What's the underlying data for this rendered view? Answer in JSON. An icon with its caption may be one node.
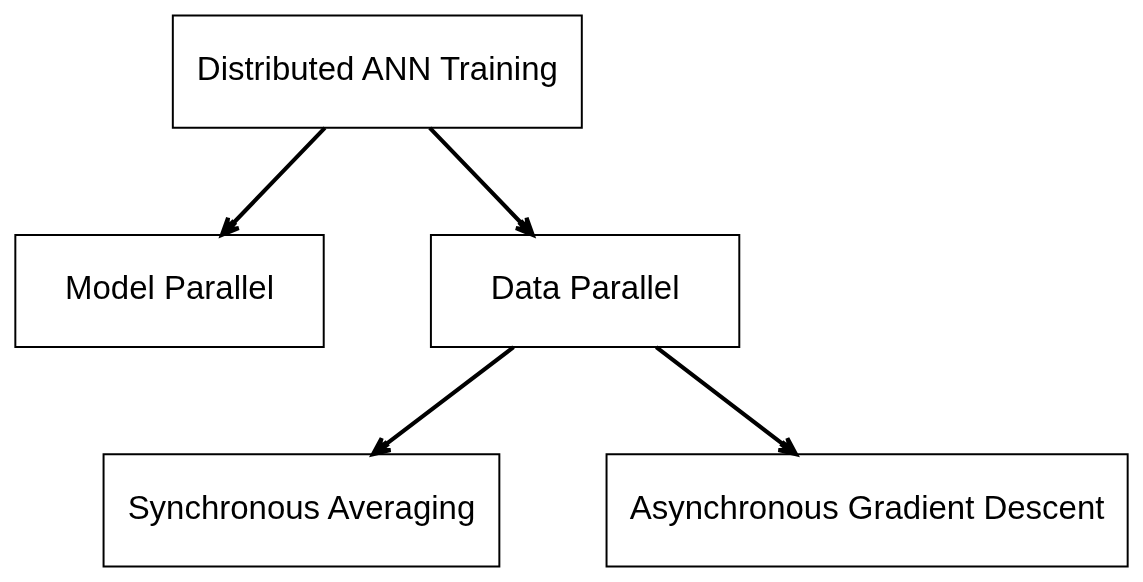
{
  "diagram": {
    "nodes": [
      {
        "text": [
          "Distributed ANN Training"
        ]
      },
      {
        "text": [
          "Model Parallel"
        ]
      },
      {
        "text": [
          "Data Parallel"
        ]
      },
      {
        "text": [
          "Synchronous Averaging"
        ]
      },
      {
        "text": [
          "Asynchronous Gradient Descent"
        ]
      }
    ],
    "edges": [
      {
        "from": 0,
        "to": 1,
        "arrow": "to"
      },
      {
        "from": 0,
        "to": 2,
        "arrow": "to"
      },
      {
        "from": 2,
        "to": 3,
        "arrow": "to"
      },
      {
        "from": 2,
        "to": 4,
        "arrow": "to"
      }
    ]
  }
}
